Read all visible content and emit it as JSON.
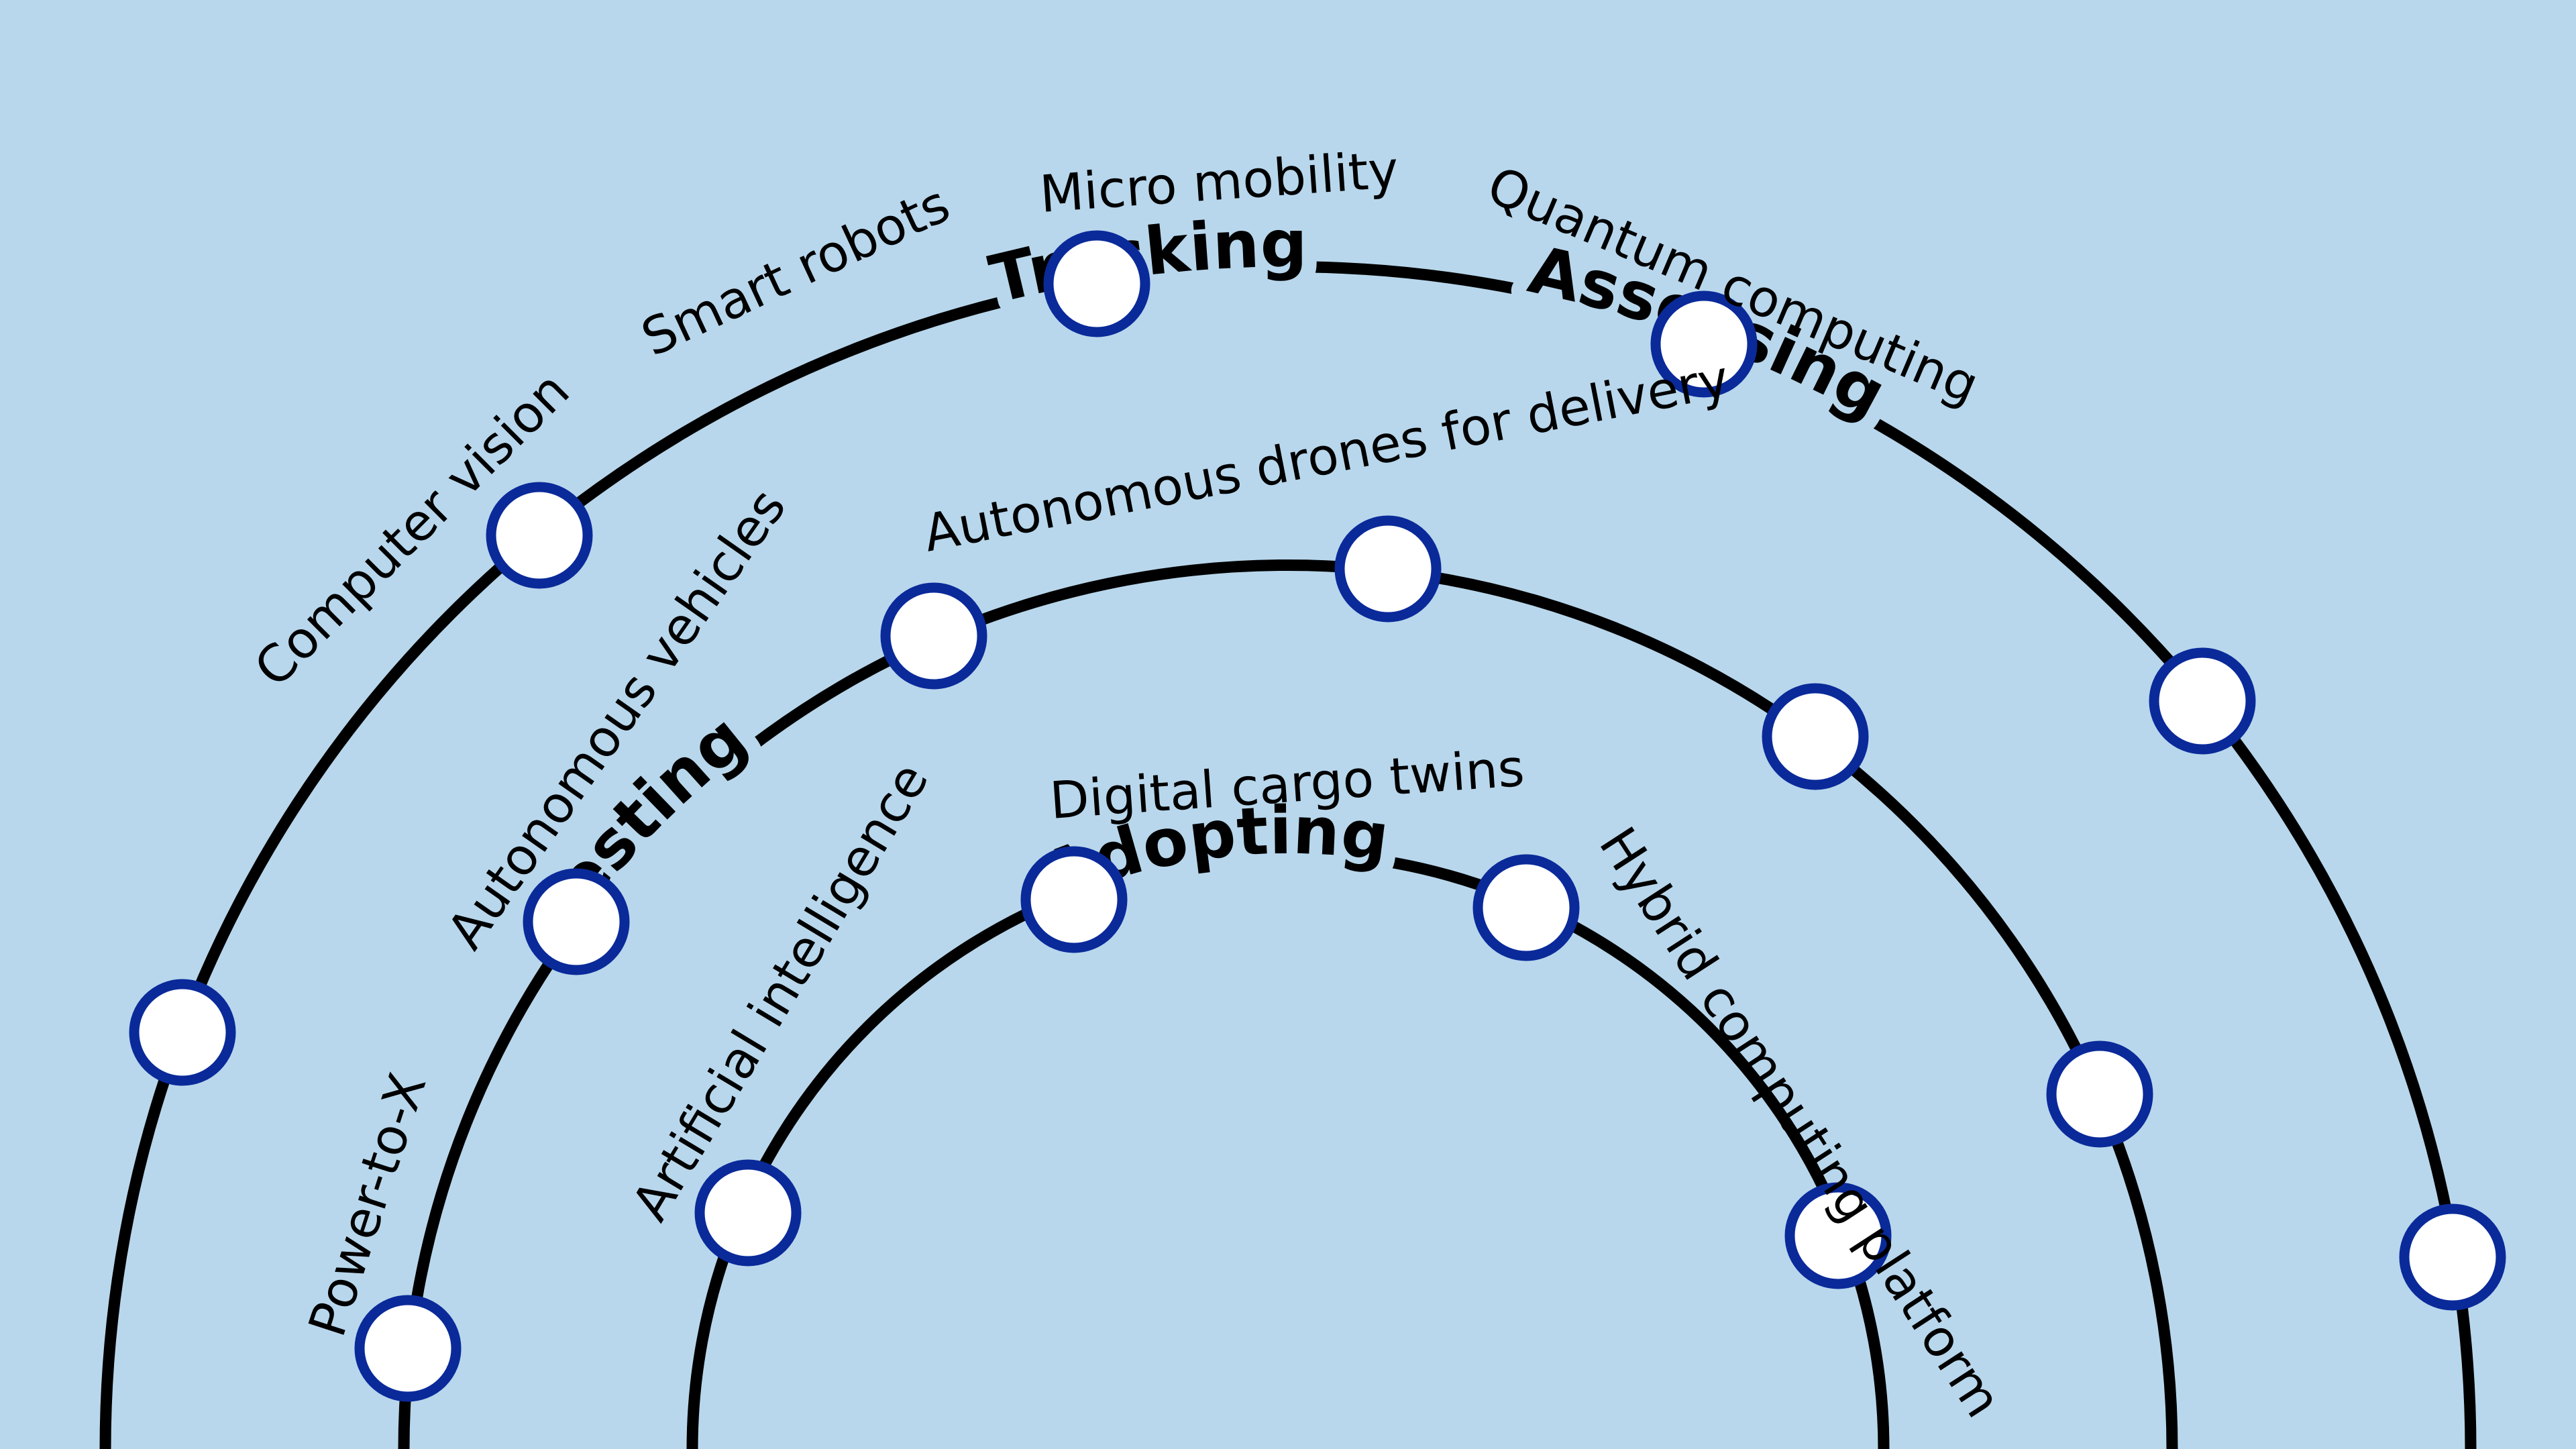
{
  "colors": {
    "background": "#b8d7ec",
    "ring": "#000000",
    "node_fill": "#ffffff",
    "node_stroke": "#0a2a9a"
  },
  "rings": [
    {
      "id": "adopting",
      "label": "Adopting",
      "technologies": [
        "Artificial intelligence",
        "Digital cargo twins",
        "Hybrid computing platform"
      ]
    },
    {
      "id": "testing",
      "label": "Testing",
      "technologies": [
        "Power-to-X",
        "Autonomous vehicles",
        "Autonomous drones for delivery"
      ]
    },
    {
      "id": "tracking-assessing",
      "labels": [
        "Tracking",
        "Assessing"
      ],
      "technologies": [
        "Computer vision",
        "Smart robots",
        "Micro mobility",
        "Quantum computing"
      ]
    }
  ]
}
